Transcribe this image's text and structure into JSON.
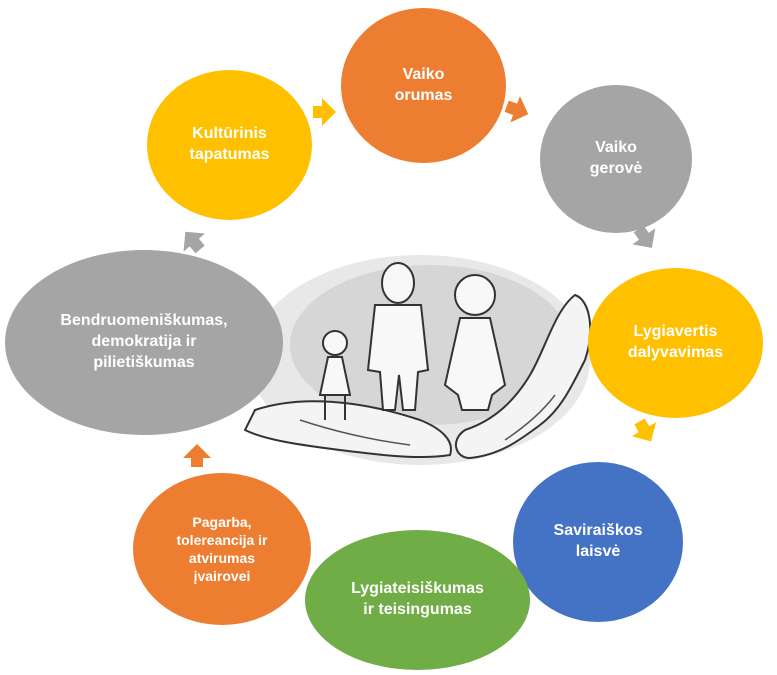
{
  "diagram": {
    "center_image": "hands-holding-family-cutout",
    "nodes": [
      {
        "id": "vaiko-orumas",
        "label": "Vaiko\norumas",
        "color": "#ED7D31"
      },
      {
        "id": "vaiko-gerove",
        "label": "Vaiko\ngerovė",
        "color": "#A5A5A5"
      },
      {
        "id": "lygiavertis-dalyvavimas",
        "label": "Lygiavertis\ndalyvavimas",
        "color": "#FFC000"
      },
      {
        "id": "saviraiskos-laisve",
        "label": "Saviraiškos\nlaisvė",
        "color": "#4472C4"
      },
      {
        "id": "lygiateisiskumas",
        "label": "Lygiateisiškumas\nir teisingumas",
        "color": "#70AD47"
      },
      {
        "id": "pagarba",
        "label": "Pagarba,\ntolereancija ir\natvirumas\nįvairovei",
        "color": "#ED7D31"
      },
      {
        "id": "bendruomeniskumas",
        "label": "Bendruomeniškumas,\ndemokratija ir\npilietiškumas",
        "color": "#A5A5A5"
      },
      {
        "id": "kulturinis-tapatumas",
        "label": "Kultūrinis\ntapatumas",
        "color": "#FFC000"
      }
    ]
  }
}
